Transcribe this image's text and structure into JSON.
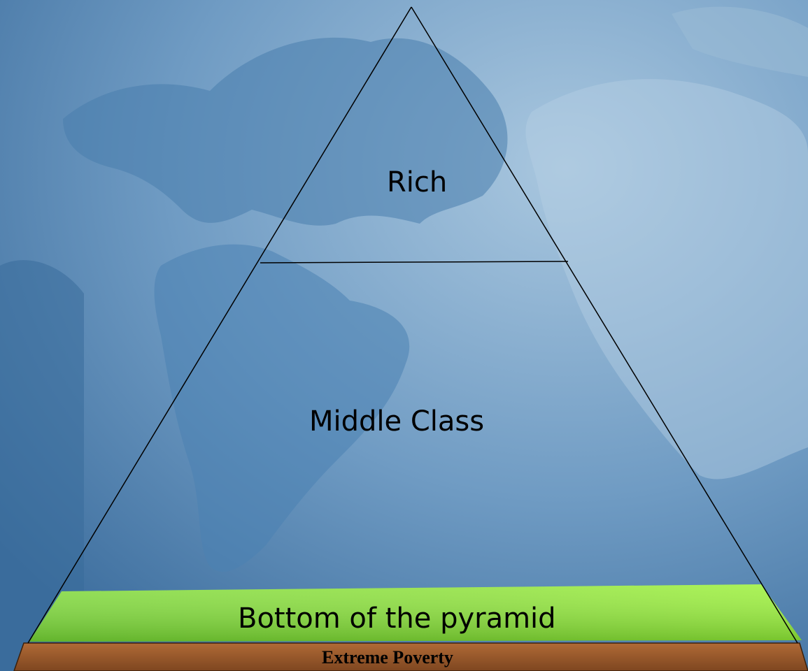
{
  "diagram": {
    "tiers": {
      "top": "Rich",
      "middle": "Middle Class",
      "bottom": "Bottom of the pyramid",
      "base": "Extreme Poverty"
    },
    "colors": {
      "background_light": "#8fb4d2",
      "background_dark": "#3f77a6",
      "bottom_band": "#8ee03a",
      "base_band": "#9a5a2c",
      "lines": "#000000"
    }
  }
}
